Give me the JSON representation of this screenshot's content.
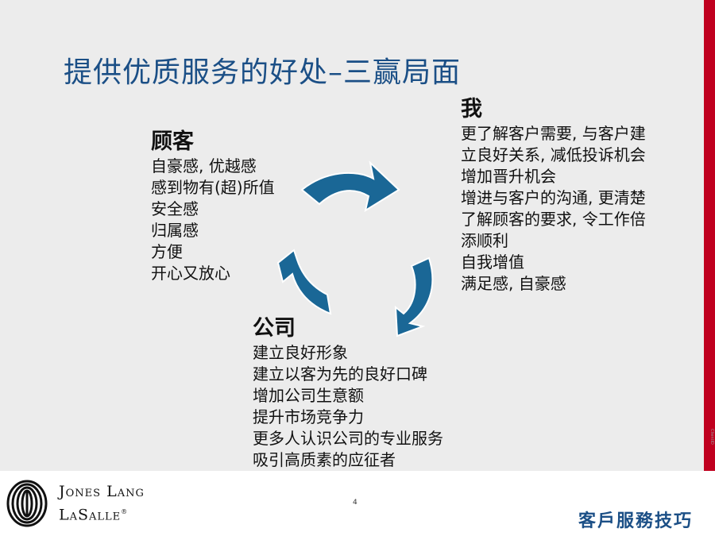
{
  "slide": {
    "title": "提供优质服务的好处–三赢局面",
    "side_code": "ClientID"
  },
  "customer": {
    "heading": "顾客",
    "lines": [
      "自豪感, 优越感",
      "感到物有(超)所值",
      "安全感",
      "归属感",
      "方便",
      "开心又放心"
    ]
  },
  "me": {
    "heading": "我",
    "lines": [
      "更了解客户需要, 与客户建",
      "立良好关系, 减低投诉机会",
      "增加晋升机会",
      "增进与客户的沟通, 更清楚",
      "了解顾客的要求, 令工作倍",
      "添顺利",
      "自我增值",
      "满足感, 自豪感"
    ]
  },
  "company": {
    "heading": "公司",
    "lines": [
      "建立良好形象",
      "建立以客为先的良好口碑",
      "增加公司生意额",
      "提升市场竞争力",
      "更多人认识公司的专业服务",
      "吸引高质素的应征者"
    ]
  },
  "colors": {
    "title": "#1b4f86",
    "arrow": "#1a6796",
    "accent_bar": "#c0001f"
  },
  "footer": {
    "logo_line1": "Jones Lang",
    "logo_line2": "LaSalle",
    "logo_mark": "®",
    "page_number": "4",
    "label": "客戶服務技巧"
  }
}
